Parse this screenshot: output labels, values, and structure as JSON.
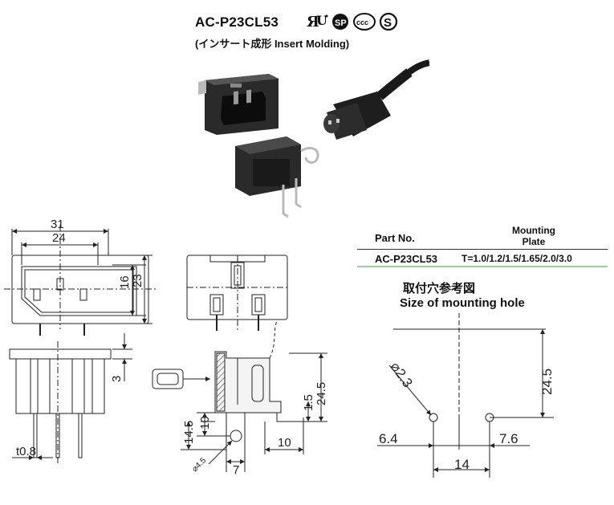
{
  "header": {
    "model": "AC-P23CL53",
    "subtitle": "(インサート成形 Insert Molding)"
  },
  "certifications": [
    "ul-recognized-mark",
    "csa-mark",
    "ccc-mark",
    "s-mark"
  ],
  "spec_table": {
    "col_part": "Part No.",
    "col_plate_line1": "Mounting",
    "col_plate_line2": "Plate",
    "rows": [
      {
        "part": "AC-P23CL53",
        "plate": "T=1.0/1.2/1.5/1.65/2.0/3.0"
      }
    ]
  },
  "mounting_hole": {
    "title_ja": "取付穴参考図",
    "title_en": "Size of mounting hole",
    "dims": {
      "width": "14",
      "height": "24.5",
      "left": "6.4",
      "right": "7.6",
      "hole": "⌀2.3"
    }
  },
  "front_view_dims": {
    "outer_width": "31",
    "inner_width": "24",
    "inner_height": "16",
    "outer_height": "23"
  },
  "bottom_view_dims": {
    "depth": "3",
    "thickness": "t0.8"
  },
  "side_view_dims": {
    "height": "24.5",
    "pin_offset": "1.5",
    "pin_drop": "14.5",
    "pin_gap": "10",
    "pin_length": "10",
    "offset": "7",
    "pin_hole": "⌀4.5"
  },
  "colors": {
    "line": "#222222",
    "table_rule": "#9bd19b",
    "product_body": "#1a1a1a"
  }
}
